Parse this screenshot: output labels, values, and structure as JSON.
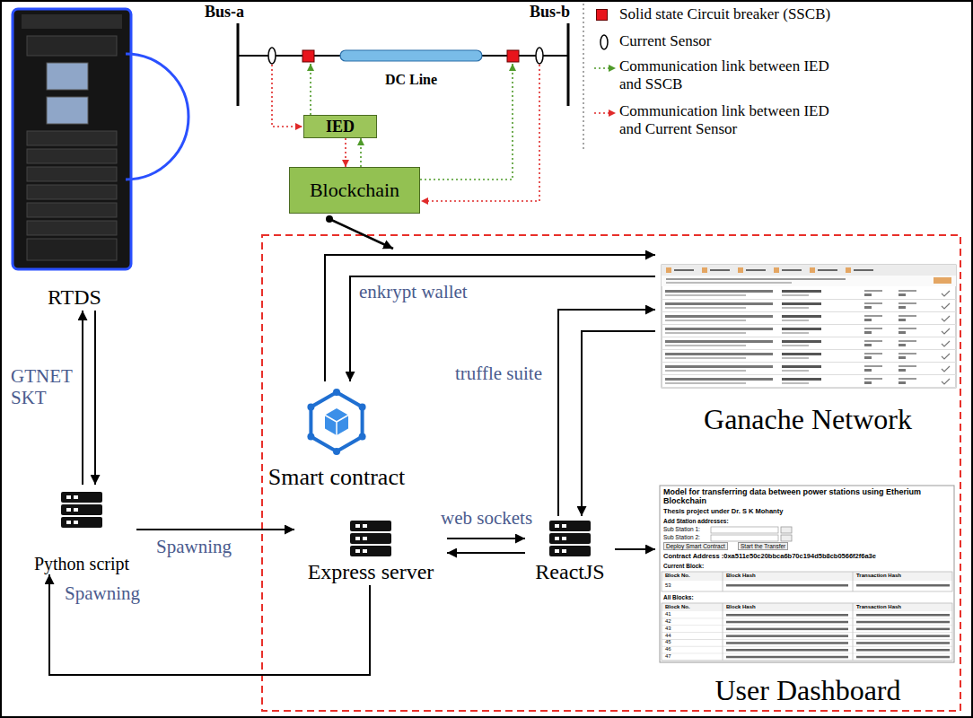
{
  "diagram": {
    "nodes": [
      {
        "text": [
          "RTDS"
        ]
      },
      {
        "text": [
          "DC Line"
        ]
      },
      {
        "text": [
          "IED"
        ]
      },
      {
        "text": [
          "Blockchain"
        ]
      },
      {
        "text": [
          "Ganache Network"
        ]
      },
      {
        "text": [
          "Smart contract"
        ]
      },
      {
        "text": [
          "Python script"
        ]
      },
      {
        "text": [
          "Express server"
        ]
      },
      {
        "text": [
          "ReactJS"
        ]
      },
      {
        "text": [
          "User Dashboard"
        ]
      }
    ],
    "edges": [
      {
        "from": 0,
        "to": 6,
        "arrow": "to",
        "label": "GTNET SKT"
      },
      {
        "from": 6,
        "to": 0,
        "arrow": "to"
      },
      {
        "from": 2,
        "to": 3,
        "arrow": "to"
      },
      {
        "from": 3,
        "to": 2,
        "arrow": "to"
      },
      {
        "from": 5,
        "to": 4,
        "arrow": "to",
        "label": "enkrypt wallet"
      },
      {
        "from": 4,
        "to": 5,
        "arrow": "to"
      },
      {
        "from": 8,
        "to": 4,
        "arrow": "to",
        "label": "truffle suite"
      },
      {
        "from": 4,
        "to": 8,
        "arrow": "to"
      },
      {
        "from": 7,
        "to": 8,
        "arrow": "to",
        "label": "web sockets"
      },
      {
        "from": 8,
        "to": 7,
        "arrow": "to"
      },
      {
        "from": 6,
        "to": 7,
        "arrow": "to",
        "label": "Spawning"
      },
      {
        "from": 7,
        "to": 6,
        "arrow": "to",
        "label": "Spawning"
      },
      {
        "from": 8,
        "to": 9,
        "arrow": "to"
      }
    ],
    "labels": [
      "Bus-a",
      "Bus-b",
      "Model for transferring data between power stations using Etherium Blockchain",
      "Thesis project under Dr. S K Mohanty",
      "Add Station addresses:",
      "Sub Station 1:",
      "Sub Station 2:",
      "Deploy Smart Contract",
      "Start the Transfer",
      "Contract Address :0xa511e50c20bbca6b70c194d5b8cb0566f2f6a3e",
      "Current Block:",
      "Block No.",
      "Block Hash",
      "Transaction Hash",
      "53",
      "All Blocks:",
      "Block No.",
      "Block Hash",
      "Transaction Hash",
      "41",
      "42",
      "43",
      "44",
      "45",
      "46",
      "47"
    ],
    "legend": [
      {
        "text": "Solid state Circuit breaker (SSCB)",
        "color": "#e8141c"
      },
      {
        "text": "Current Sensor"
      },
      {
        "text": "Communication link between IED and SSCB"
      },
      {
        "text": "Communication link between IED and Current Sensor"
      }
    ]
  }
}
